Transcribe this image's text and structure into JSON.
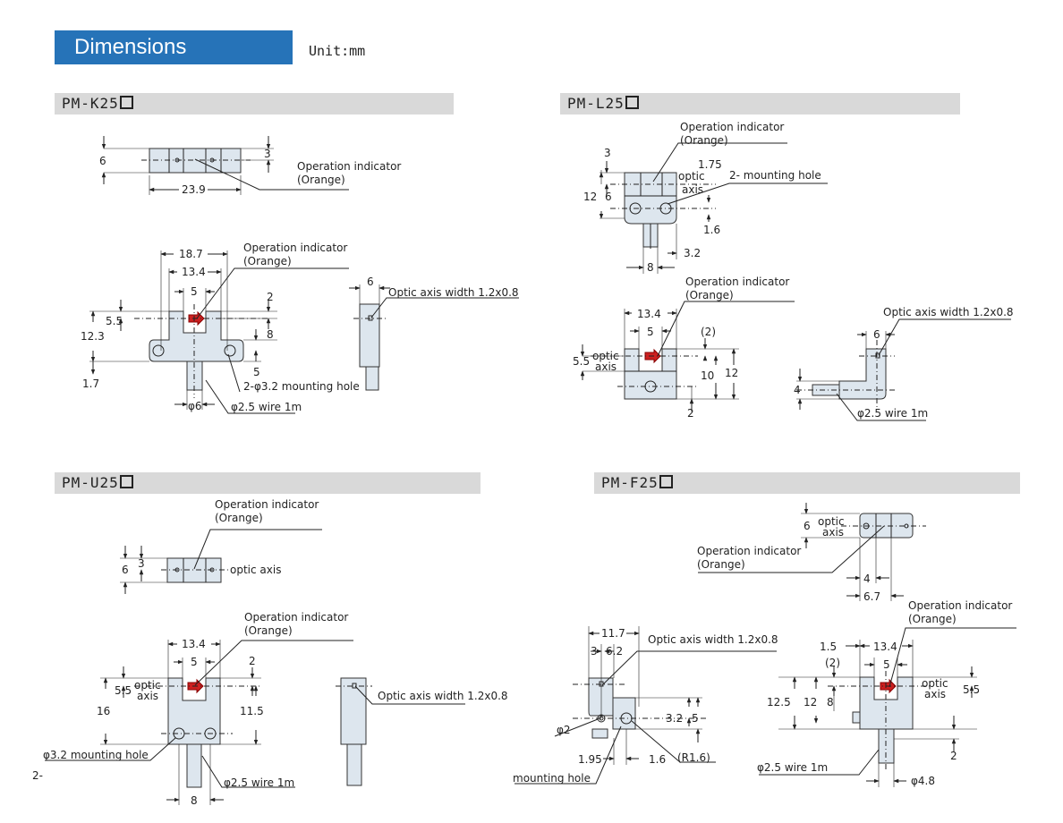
{
  "header": {
    "title": "Dimensions",
    "unit": "Unit:mm"
  },
  "page_number": "2-",
  "colors": {
    "accent": "#2673b8",
    "section_bg": "#d9d9d9",
    "body_fill": "#dde6ee",
    "indicator": "#cc1f1f"
  },
  "sections": [
    {
      "name": "PM-K25",
      "suffix_glyph": "square-box"
    },
    {
      "name": "PM-L25",
      "suffix_glyph": "square-box"
    },
    {
      "name": "PM-U25",
      "suffix_glyph": "square-box"
    },
    {
      "name": "PM-F25",
      "suffix_glyph": "square-box"
    }
  ],
  "labels": {
    "op_ind": "Operation indicator",
    "orange": "(Orange)",
    "optic": "optic",
    "axis": "axis",
    "optic_axis": "optic axis",
    "optic_axis_width": "Optic axis width 1.2x0.8",
    "two_mount": "2- mounting hole",
    "k_mount": "2-φ3.2  mounting hole",
    "u_mount": "φ3.2 mounting hole",
    "wire": "φ2.5 wire 1m",
    "wire_u": "φ2.5 wire 1m",
    "f_mount": "mounting hole",
    "phi6": "φ6",
    "phi2": "φ2",
    "phi48": "φ4.8",
    "r16": "(R1.6)"
  },
  "dims": {
    "k": {
      "d6": "6",
      "d3": "3",
      "d239": "23.9",
      "d187": "18.7",
      "d134": "13.4",
      "d5": "5",
      "d2": "2",
      "d55": "5.5",
      "d123": "12.3",
      "d8": "8",
      "d5b": "5",
      "d17": "1.7",
      "d6s": "6"
    },
    "l": {
      "d3": "3",
      "d175": "1.75",
      "d12": "12",
      "d6": "6",
      "d16": "1.6",
      "d32": "3.2",
      "d8": "8",
      "d134": "13.4",
      "d5": "5",
      "dp2": "(2)",
      "d55": "5.5",
      "d10": "10",
      "d12b": "12",
      "d2": "2",
      "d6s": "6",
      "d4": "4"
    },
    "u": {
      "d6": "6",
      "d3": "3",
      "d134": "13.4",
      "d5": "5",
      "d2": "2",
      "d55": "5.5",
      "d16": "16",
      "d115": "11.5",
      "d8": "8"
    },
    "f": {
      "d6": "6",
      "d4": "4",
      "d67": "6.7",
      "d117": "11.7",
      "d3": "3",
      "d62": "6.2",
      "d32": "3.2",
      "d5": "5",
      "d195": "1.95",
      "d16": "1.6",
      "d15": "1.5",
      "d134": "13.4",
      "dp2": "(2)",
      "d5b": "5",
      "d125": "12.5",
      "d12": "12",
      "d8": "8",
      "d55": "5.5",
      "d2": "2"
    }
  }
}
